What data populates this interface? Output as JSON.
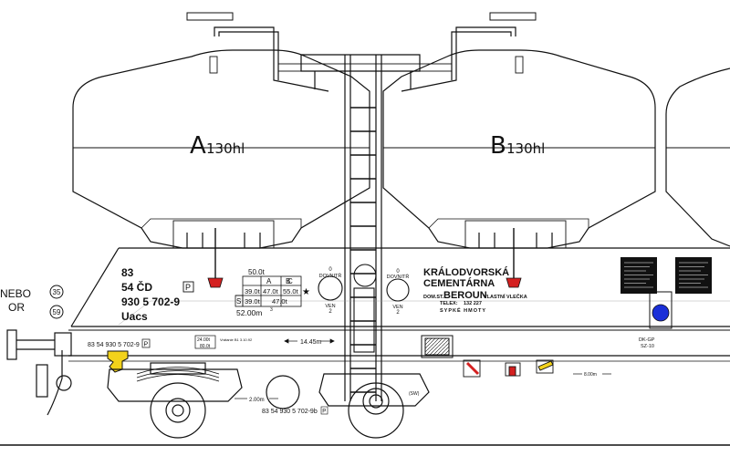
{
  "left_labels": {
    "line1": "NEBO",
    "line2": "OR",
    "circle_top": "35",
    "circle_bottom": "59"
  },
  "hoppers": {
    "a": {
      "letter": "A",
      "volume": "130hl"
    },
    "b": {
      "letter": "B",
      "volume": "130hl"
    }
  },
  "car_number": {
    "line1": "83",
    "line2": "54 ČD",
    "p_box": "P",
    "line3": "930 5 702-9",
    "line4": "Uacs"
  },
  "load_table": {
    "weight_top": "50.0t",
    "headers": [
      "A",
      "B",
      "C"
    ],
    "row_s_label": "S",
    "row1": [
      "39.0t",
      "47.0t",
      "55.0t"
    ],
    "row2": [
      "39.0t",
      "47.0t"
    ],
    "star": "★",
    "capacity": "52.00m",
    "capacity_sup": "3"
  },
  "valve_left": {
    "top_num": "0",
    "top_word": "DOVNITŘ",
    "bottom_word": "VEN",
    "bottom_num": "2"
  },
  "valve_right": {
    "top_num": "0",
    "top_word": "DOVNITŘ",
    "bottom_word": "VEN",
    "bottom_num": "2"
  },
  "owner": {
    "line1": "KRÁLODVORSKÁ",
    "line2": "CEMENTÁRNA",
    "dom_label": "DOM.ST.",
    "station": "BEROUN",
    "owner_label": "VLASTNÍ VLEČKA",
    "telex_label": "TELEX:",
    "telex_number": "132 227",
    "goods": "SYPKÉ HMOTY"
  },
  "frame": {
    "number_left": "83 54 930 5 702-9",
    "p_box": "P",
    "weights_top": "24.00t",
    "weights_bottom": "80.0t",
    "revision": "Vrátanie B1 3.10.92",
    "length": "14.45m",
    "bogie_span": "2.00m",
    "right_span": "8.00m",
    "number_bottom": "83 54 930 5 702-9b",
    "p_box_bottom": "P",
    "sw_label": "(SW)",
    "code_top": "DK-GP",
    "code_bottom": "SZ-10"
  },
  "colors": {
    "line": "#111111",
    "accent_red": "#d42020",
    "accent_blue": "#1a2fd8",
    "accent_yellow": "#f2d21b",
    "black_plate": "#111111"
  }
}
